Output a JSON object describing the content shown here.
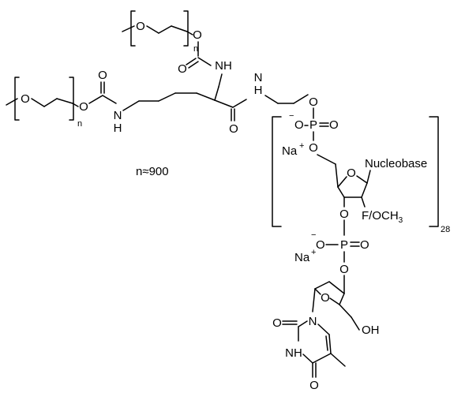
{
  "atoms": {
    "o": "O",
    "n": "N",
    "p": "P",
    "h": "H"
  },
  "groups": {
    "nh": "NH",
    "oh": "OH",
    "o_minus": "O",
    "na": "Na",
    "nucleobase": "Nucleobase",
    "f_och3": "F/OCH",
    "f_och3_sub": "3"
  },
  "charges": {
    "minus": "−",
    "plus": "+"
  },
  "labels": {
    "peg_repeat": "n",
    "peg_length": "n≈900",
    "nucleotide_repeat": "28"
  }
}
